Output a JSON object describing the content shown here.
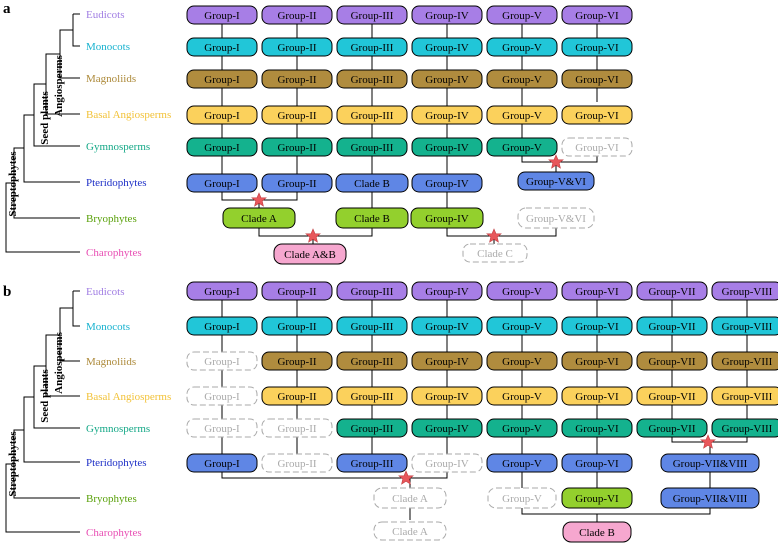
{
  "panels": [
    {
      "label": "a",
      "tree": {
        "streptophytes": "Streptophytes",
        "seed_plants": "Seed plants",
        "angiosperms": "Angiosperms"
      },
      "taxa": [
        "Eudicots",
        "Monocots",
        "Magnoliids",
        "Basal Angiosperms",
        "Gymnosperms",
        "Pteridophytes",
        "Bryophytes",
        "Charophytes"
      ],
      "columns": [
        "Group-I",
        "Group-II",
        "Group-III",
        "Group-IV",
        "Group-V",
        "Group-VI"
      ],
      "nodes": {
        "pterid_clade_b": "Clade B",
        "pterid_v_vi": "Group-V&VI",
        "bryo_clade_a": "Clade A",
        "bryo_clade_b": "Clade B",
        "bryo_group_iv": "Group-IV",
        "bryo_lost_v_vi": "Group-V&VI",
        "charo_clade_ab": "Clade A&B",
        "charo_lost_clade_c": "Clade C"
      }
    },
    {
      "label": "b",
      "tree": {
        "streptophytes": "Streptophytes",
        "seed_plants": "Seed plants",
        "angiosperms": "Angiosperms"
      },
      "taxa": [
        "Eudicots",
        "Monocots",
        "Magnoliids",
        "Basal Angiosperms",
        "Gymnosperms",
        "Pteridophytes",
        "Bryophytes",
        "Charophytes"
      ],
      "columns": [
        "Group-I",
        "Group-II",
        "Group-III",
        "Group-IV",
        "Group-V",
        "Group-VI",
        "Group-VII",
        "Group-VIII"
      ],
      "nodes": {
        "pterid_vii_viii": "Group-VII&VIII",
        "bryo_lost_clade_a": "Clade A",
        "bryo_lost_group_v": "Group-V",
        "bryo_group_vi": "Group-VI",
        "bryo_vii_viii": "Group-VII&VIII",
        "charo_lost_clade_a": "Clade A",
        "charo_clade_b": "Clade B"
      }
    }
  ],
  "colors": {
    "Eudicots": "#a77ee6",
    "Monocots": "#21c6d8",
    "Magnoliids": "#b08c3e",
    "Basal Angiosperms": "#fbd15c",
    "Gymnosperms": "#14b28e",
    "Pteridophytes": "#5f86e5",
    "Bryophytes": "#93d02d",
    "Charophytes": "#f6a7cf",
    "Charophytes_text": "#e84fb4",
    "Bryophytes_text": "#5aa10b",
    "Eudicots_text": "#a17ee3",
    "Monocots_text": "#17b2cf",
    "Magnoliids_text": "#ad8a3a",
    "Basal_text": "#f2c238",
    "Gymno_text": "#15a887",
    "Pterid_text": "#1d2fc7",
    "lost": "#aaaaaa",
    "star": "#e8575b"
  },
  "icons": [
    "star-icon"
  ]
}
